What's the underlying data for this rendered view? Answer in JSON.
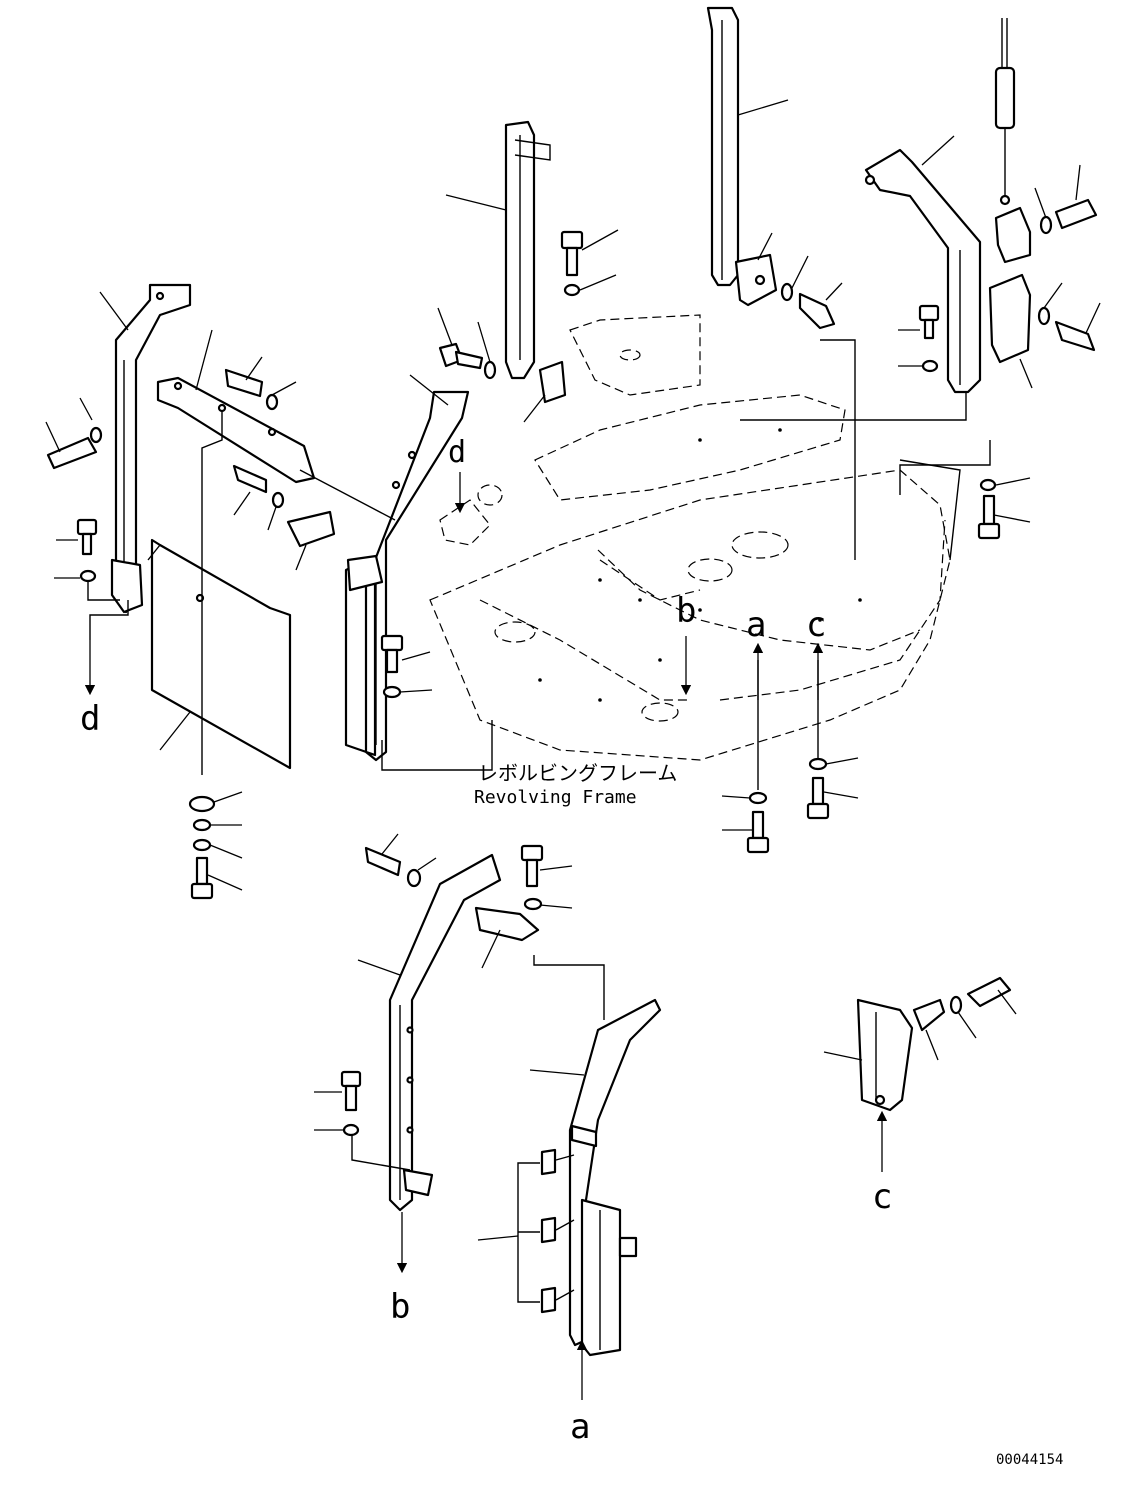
{
  "labels": {
    "frame_jp": "レボルビングフレーム",
    "frame_en": "Revolving Frame",
    "d_top": "d",
    "d_left": "d",
    "b_frame": "b",
    "b_bottom": "b",
    "a_frame": "a",
    "a_bottom": "a",
    "c_frame": "c",
    "c_bottom": "c",
    "drawing_number": "00044154"
  },
  "colors": {
    "line": "#000000",
    "background": "#ffffff"
  }
}
